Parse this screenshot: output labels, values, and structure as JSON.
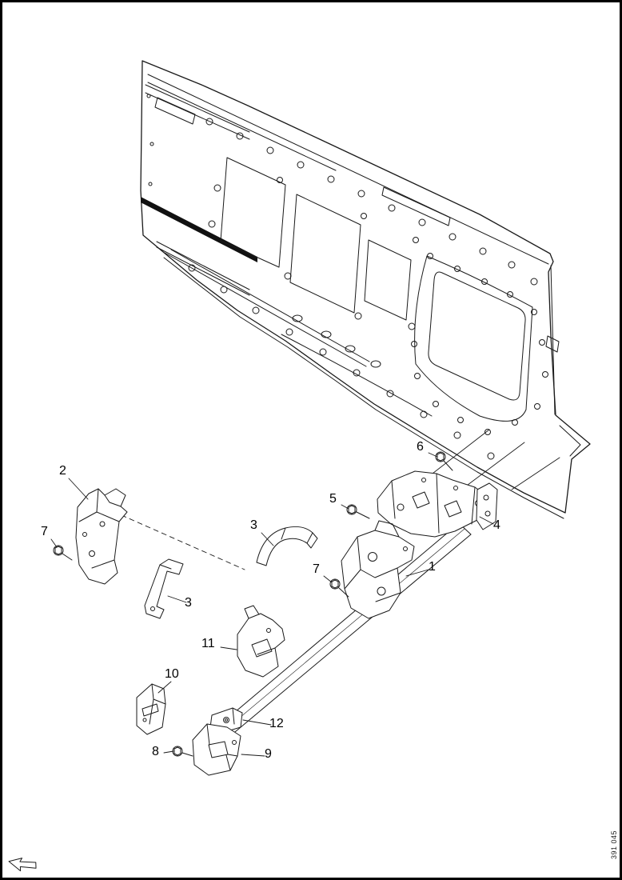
{
  "figure": {
    "number": "391 045"
  },
  "colors": {
    "line": "#1a1a1a",
    "background": "#ffffff"
  },
  "callouts": [
    {
      "label": "1"
    },
    {
      "label": "2"
    },
    {
      "label": "3"
    },
    {
      "label": "3"
    },
    {
      "label": "4"
    },
    {
      "label": "5"
    },
    {
      "label": "6"
    },
    {
      "label": "7"
    },
    {
      "label": "7"
    },
    {
      "label": "8"
    },
    {
      "label": "9"
    },
    {
      "label": "10"
    },
    {
      "label": "11"
    },
    {
      "label": "12"
    }
  ]
}
